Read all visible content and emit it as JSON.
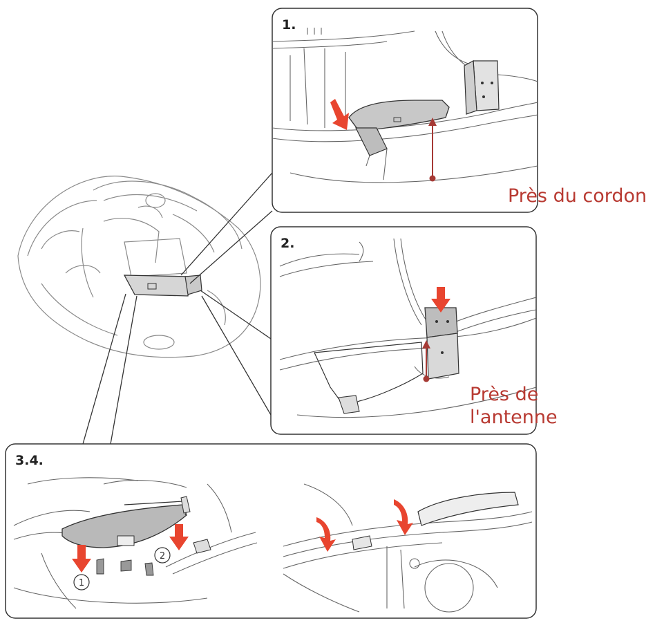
{
  "steps": {
    "step1": "1.",
    "step2": "2.",
    "step34": "3.4."
  },
  "callouts": {
    "cord": "Près du cordon",
    "antenna_line1": "Près de",
    "antenna_line2": "l'antenne"
  },
  "markers": {
    "one": "1",
    "two": "2"
  },
  "colors": {
    "accent_red": "#e8452f",
    "callout_text": "#b83a32",
    "pointer_line": "#a63a35",
    "line_art": "#555555",
    "panel_border": "#333333"
  }
}
